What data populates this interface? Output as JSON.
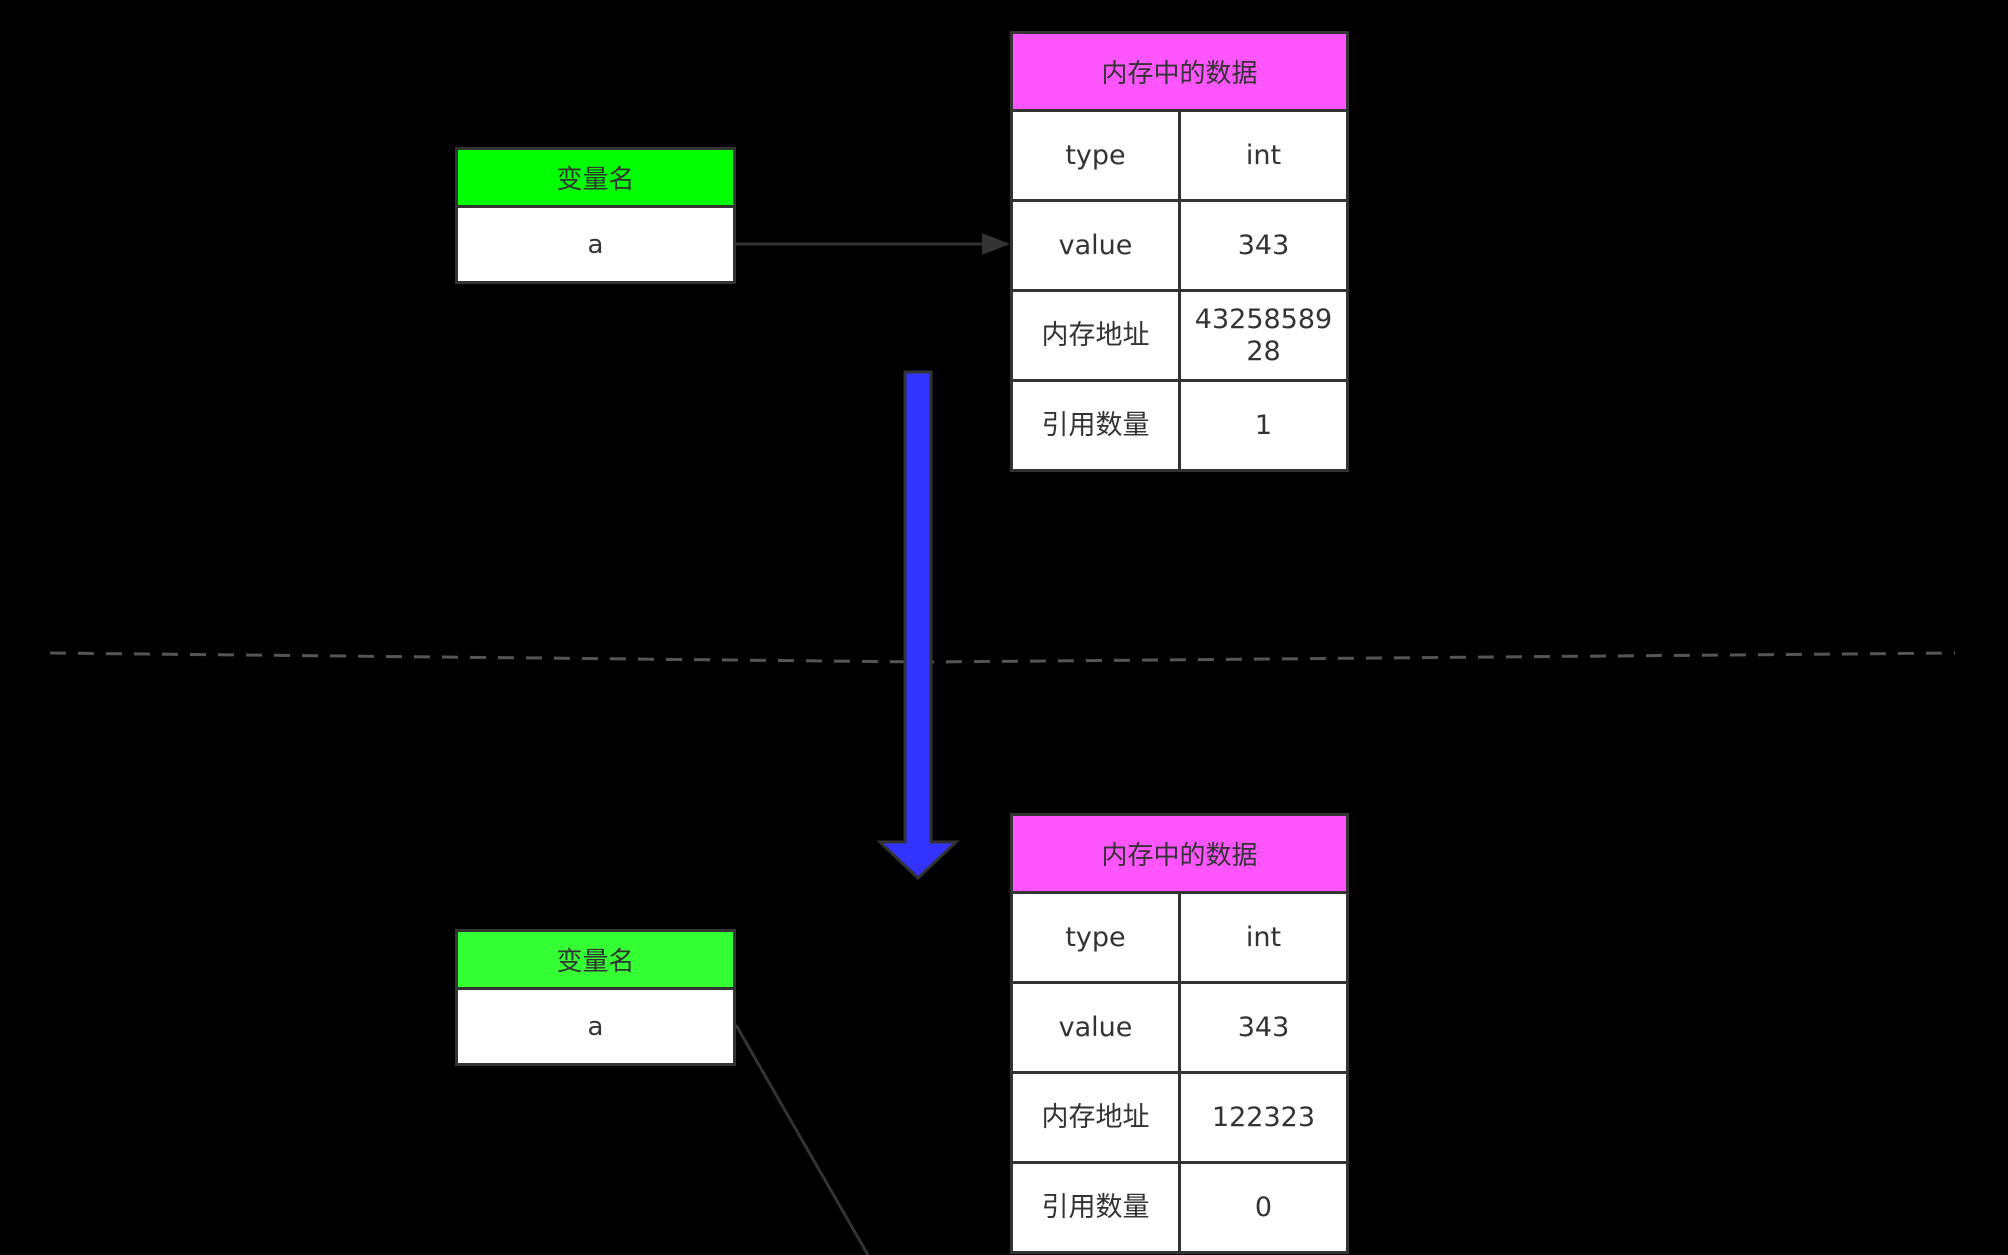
{
  "colors": {
    "background": "#000000",
    "var_header_top": "#00ff00",
    "var_header_bottom": "#33ff33",
    "mem_header": "#ff55ff",
    "border": "#333333",
    "big_arrow": "#3333ff",
    "dashed_line": "#555555"
  },
  "before": {
    "variable": {
      "header": "变量名",
      "name": "a"
    },
    "memory": {
      "title": "内存中的数据",
      "rows": [
        {
          "key": "type",
          "value": "int"
        },
        {
          "key": "value",
          "value": "343"
        },
        {
          "key": "内存地址",
          "value": "4325858928"
        },
        {
          "key": "引用数量",
          "value": "1"
        }
      ]
    }
  },
  "after": {
    "variable": {
      "header": "变量名",
      "name": "a"
    },
    "memory": {
      "title": "内存中的数据",
      "rows": [
        {
          "key": "type",
          "value": "int"
        },
        {
          "key": "value",
          "value": "343"
        },
        {
          "key": "内存地址",
          "value": "122323"
        },
        {
          "key": "引用数量",
          "value": "0"
        }
      ]
    }
  }
}
